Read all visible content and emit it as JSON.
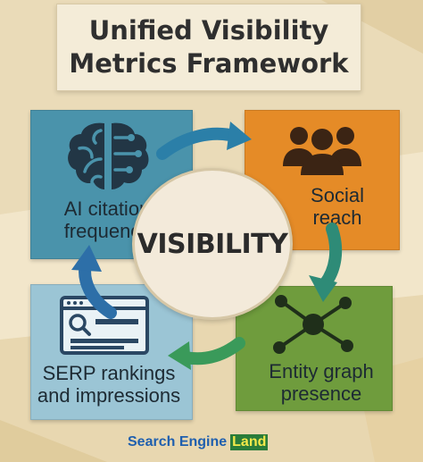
{
  "title": {
    "line1": "Unified Visibility",
    "line2": "Metrics Framework"
  },
  "center": {
    "label": "VISIBILITY"
  },
  "cards": {
    "ai": {
      "label": "AI citation\nfrequency",
      "icon": "brain-circuit-icon",
      "color": "#4a93ab"
    },
    "social": {
      "label": "Social\nreach",
      "icon": "people-group-icon",
      "color": "#e58b27"
    },
    "serp": {
      "label": "SERP rankings\nand impressions",
      "icon": "search-results-window-icon",
      "color": "#9bc5d5"
    },
    "entity": {
      "label": "Entity graph\npresence",
      "icon": "network-graph-icon",
      "color": "#6f9c3d"
    }
  },
  "arrows": {
    "top": "#2b7fa8",
    "right": "#2e8b77",
    "bottom": "#3a9a5a",
    "left": "#2d6fa8"
  },
  "brand": {
    "main": "Search Engine",
    "accent": "Land"
  }
}
